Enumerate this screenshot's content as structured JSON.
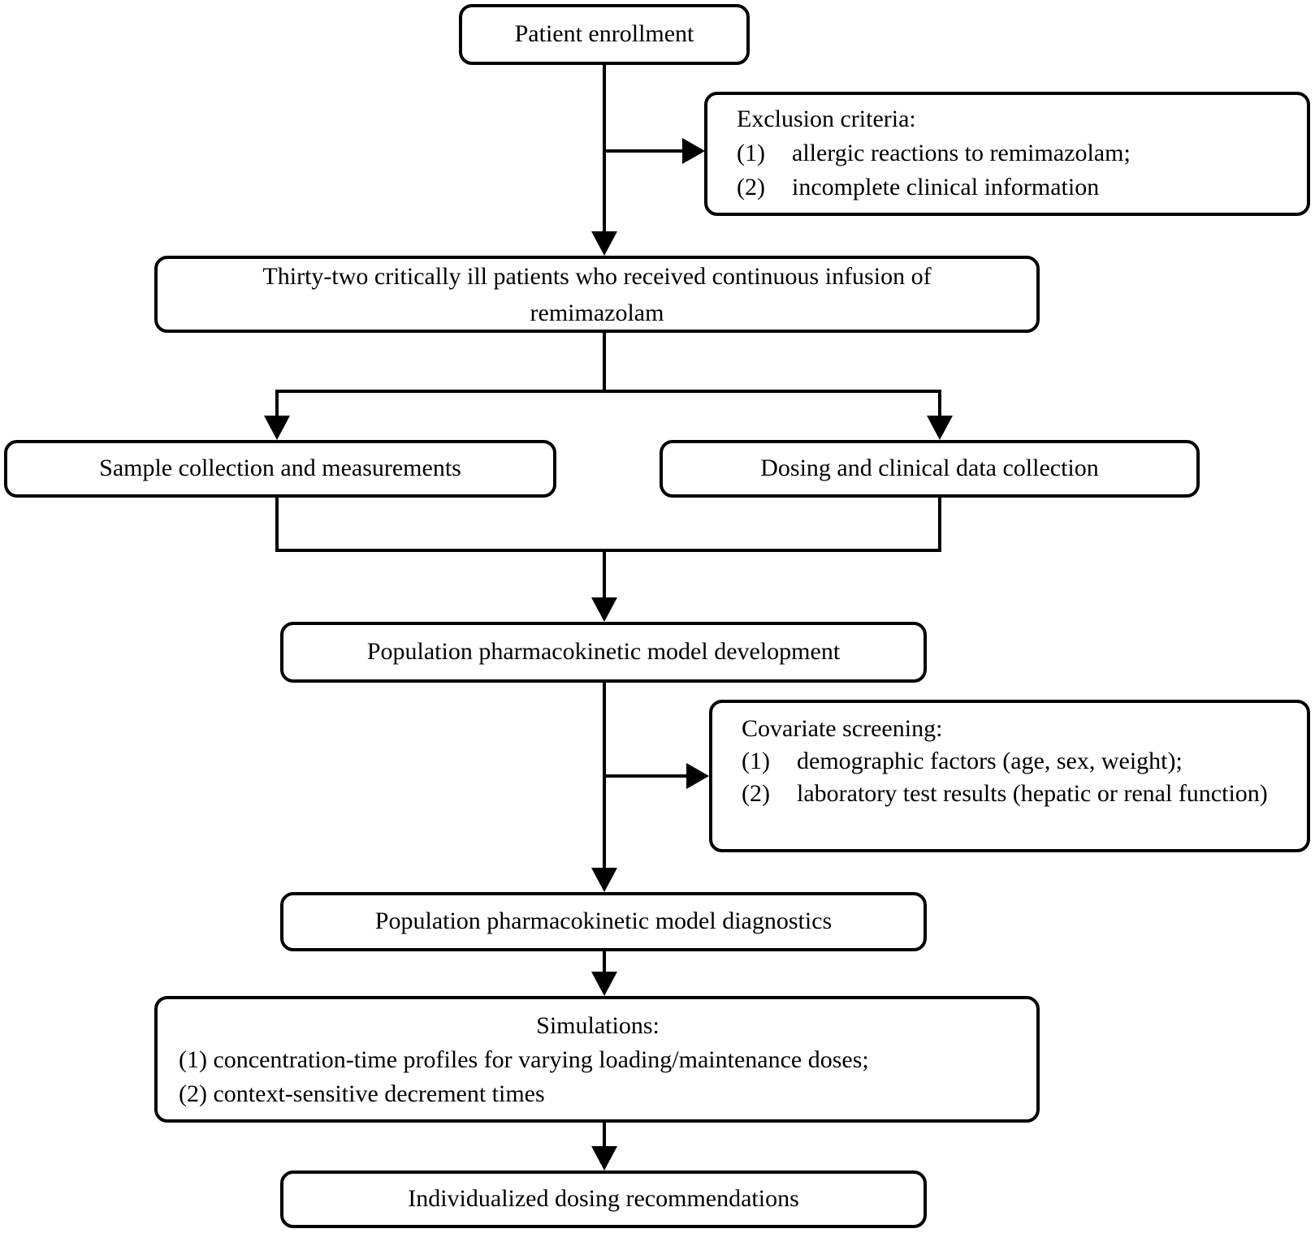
{
  "colors": {
    "background": "#ffffff",
    "box_border": "#000000",
    "text": "#000000",
    "connector": "#000000"
  },
  "nodes": {
    "patient_enrollment": {
      "label": "Patient enrollment"
    },
    "exclusion_criteria": {
      "title": "Exclusion criteria:",
      "item1_num": "(1)",
      "item1_text": "allergic reactions to remimazolam;",
      "item2_num": "(2)",
      "item2_text": "incomplete clinical information"
    },
    "cohort": {
      "label": "Thirty-two critically ill patients who received continuous infusion of remimazolam"
    },
    "sample_collection": {
      "label": "Sample collection and measurements"
    },
    "dosing_data_collection": {
      "label": "Dosing and clinical data collection"
    },
    "model_development": {
      "label": "Population pharmacokinetic model development"
    },
    "covariate_screening": {
      "title": "Covariate screening:",
      "item1_num": "(1)",
      "item1_text": "demographic factors (age, sex, weight);",
      "item2_num": "(2)",
      "item2_text": "laboratory test results (hepatic or renal function)"
    },
    "model_diagnostics": {
      "label": "Population pharmacokinetic model diagnostics"
    },
    "simulations": {
      "title": "Simulations:",
      "item1": "(1) concentration-time profiles for varying loading/maintenance doses;",
      "item2": "(2) context-sensitive decrement times"
    },
    "dosing_recommendations": {
      "label": "Individualized dosing recommendations"
    }
  }
}
